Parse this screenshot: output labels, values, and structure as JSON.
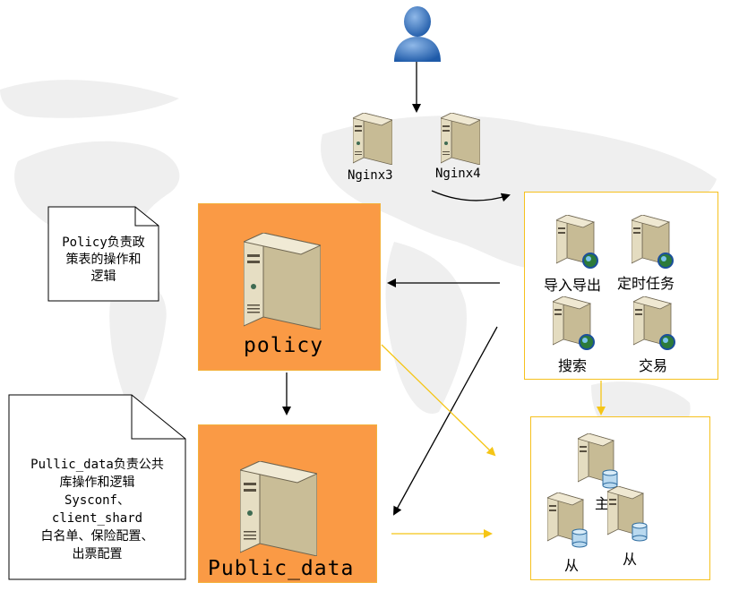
{
  "nodes": {
    "nginx3": "Nginx3",
    "nginx4": "Nginx4",
    "policy": "policy",
    "public_data": "Public_data",
    "import_export": "导入导出",
    "scheduled_tasks": "定时任务",
    "search": "搜索",
    "trade": "交易",
    "master": "主",
    "slave_left": "从",
    "slave_right": "从"
  },
  "notes": {
    "policy": [
      "Policy负责政",
      "策表的操作和",
      "逻辑"
    ],
    "public_data": [
      "Pullic_data负责公共",
      "库操作和逻辑",
      "Sysconf、",
      "client_shard",
      "白名单、保险配置、",
      "出票配置"
    ]
  },
  "colors": {
    "orange_box": "#fa9a45",
    "yellow_border": "#f6c11e",
    "yellow_arrow": "#f5c516",
    "black_arrow": "#000000"
  }
}
